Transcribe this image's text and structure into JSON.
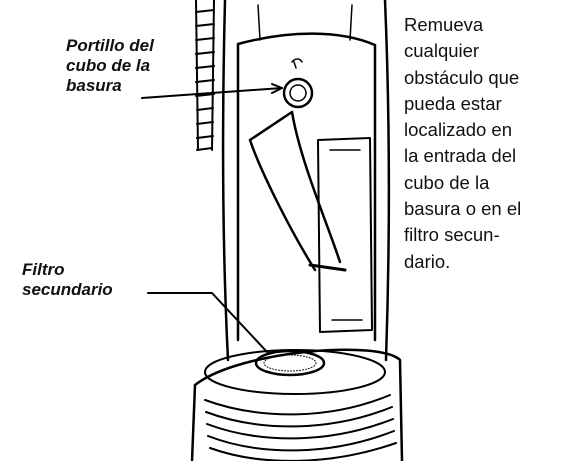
{
  "callouts": {
    "bin_port": [
      "Portillo del",
      "cubo de la",
      "basura"
    ],
    "secondary_filter": [
      "Filtro",
      "secundario"
    ]
  },
  "instruction_lines": [
    "Remueva",
    "cualquier",
    "obstáculo que",
    "pueda estar",
    "localizado en",
    "la entrada del",
    "cubo de la",
    "basura o en el",
    "filtro secun-",
    "dario."
  ]
}
